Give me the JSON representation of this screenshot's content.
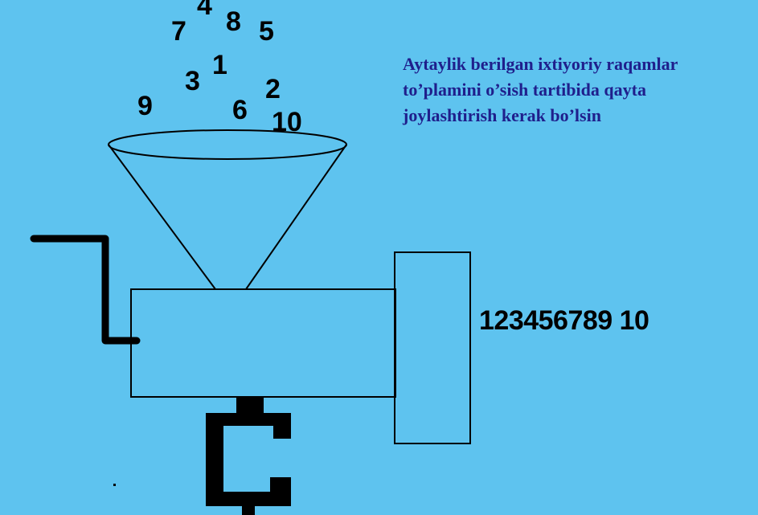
{
  "input_numbers": [
    "4",
    "7",
    "8",
    "5",
    "1",
    "3",
    "2",
    "9",
    "6",
    "10"
  ],
  "output_label": "123456789 10",
  "caption_lines": [
    "Aytaylik berilgan ixtiyoriy raqamlar",
    "to’plamini o’sish tartibida qayta",
    "joylashtirish kerak bo’lsin"
  ],
  "colors": {
    "background": "#5ec3ef",
    "caption_text": "#1f1f8c",
    "lines": "#000000"
  }
}
